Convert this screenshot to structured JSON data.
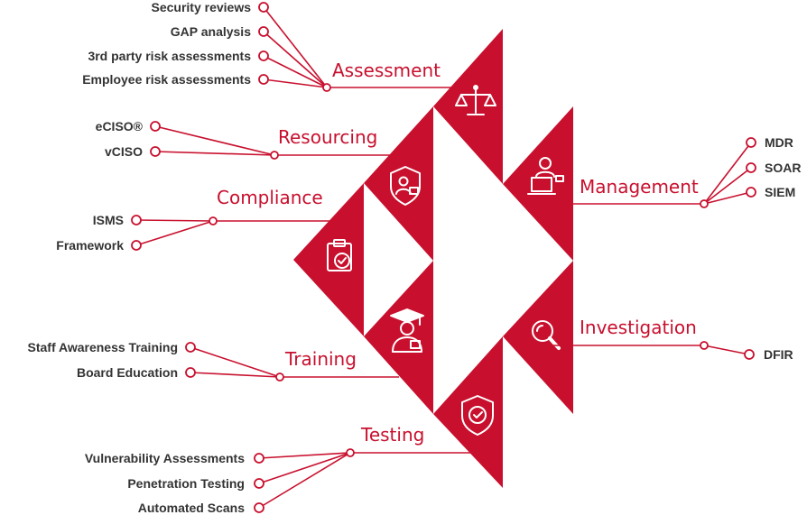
{
  "colors": {
    "accent": "#c8102e",
    "text": "#333333",
    "background": "#ffffff"
  },
  "categories": {
    "assessment": {
      "label": "Assessment",
      "icon": "scales-icon"
    },
    "resourcing": {
      "label": "Resourcing",
      "icon": "shield-person-icon"
    },
    "compliance": {
      "label": "Compliance",
      "icon": "clipboard-check-icon"
    },
    "training": {
      "label": "Training",
      "icon": "graduate-icon"
    },
    "testing": {
      "label": "Testing",
      "icon": "shield-check-icon"
    },
    "management": {
      "label": "Management",
      "icon": "operator-icon"
    },
    "investigation": {
      "label": "Investigation",
      "icon": "magnifier-icon"
    }
  },
  "leaves": {
    "assessment": [
      "Security reviews",
      "GAP analysis",
      "3rd party risk assessments",
      "Employee risk assessments"
    ],
    "resourcing": [
      "eCISO®",
      "vCISO"
    ],
    "compliance": [
      "ISMS",
      "Framework"
    ],
    "training": [
      "Staff Awareness Training",
      "Board Education"
    ],
    "testing": [
      "Vulnerability Assessments",
      "Penetration Testing",
      "Automated Scans"
    ],
    "management": [
      "MDR",
      "SOAR",
      "SIEM"
    ],
    "investigation": [
      "DFIR"
    ]
  }
}
